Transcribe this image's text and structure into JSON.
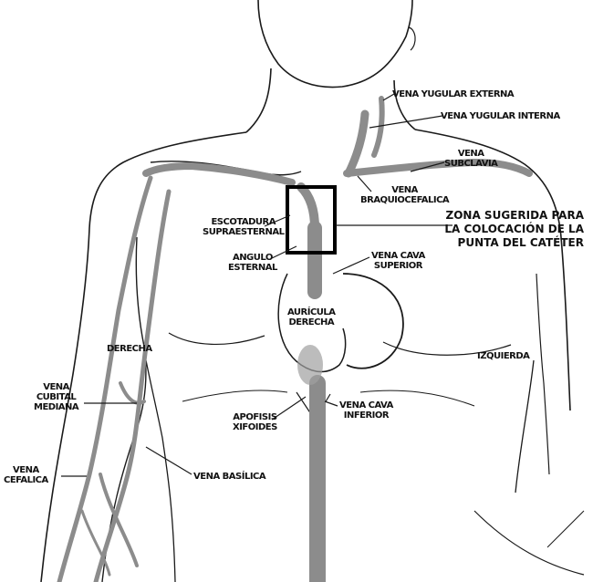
{
  "diagram": {
    "labels": {
      "vena_yugular_externa": "VENA YUGULAR EXTERNA",
      "vena_yugular_interna": "VENA YUGULAR INTERNA",
      "vena_subclavia_1": "VENA",
      "vena_subclavia_2": "SUBCLAVIA",
      "vena_braquiocefalica_1": "VENA",
      "vena_braquiocefalica_2": "BRAQUIOCEFALICA",
      "zona_1": "ZONA SUGERIDA PARA",
      "zona_2": "LA COLOCACIÓN DE LA",
      "zona_3": "PUNTA DEL CATÉTER",
      "escotadura_1": "ESCOTADURA",
      "escotadura_2": "SUPRAESTERNAL",
      "angulo_1": "ANGULO",
      "angulo_2": "ESTERNAL",
      "vena_cava_superior_1": "VENA CAVA",
      "vena_cava_superior_2": "SUPERIOR",
      "auricula_1": "AURÍCULA",
      "auricula_2": "DERECHA",
      "derecha": "DERECHA",
      "izquierda": "IZQUIERDA",
      "vena_cubital_1": "VENA",
      "vena_cubital_2": "CUBITAL",
      "vena_cubital_3": "MEDIANA",
      "apofisis_1": "APOFISIS",
      "apofisis_2": "XIFOIDES",
      "vena_cava_inferior_1": "VENA CAVA",
      "vena_cava_inferior_2": "INFERIOR",
      "vena_cefalica_1": "VENA",
      "vena_cefalica_2": "CEFALICA",
      "vena_basilica": "VENA BASÍLICA"
    },
    "colors": {
      "outline": "#1a1a1a",
      "vein": "#8c8c8c",
      "box": "#000000"
    }
  }
}
